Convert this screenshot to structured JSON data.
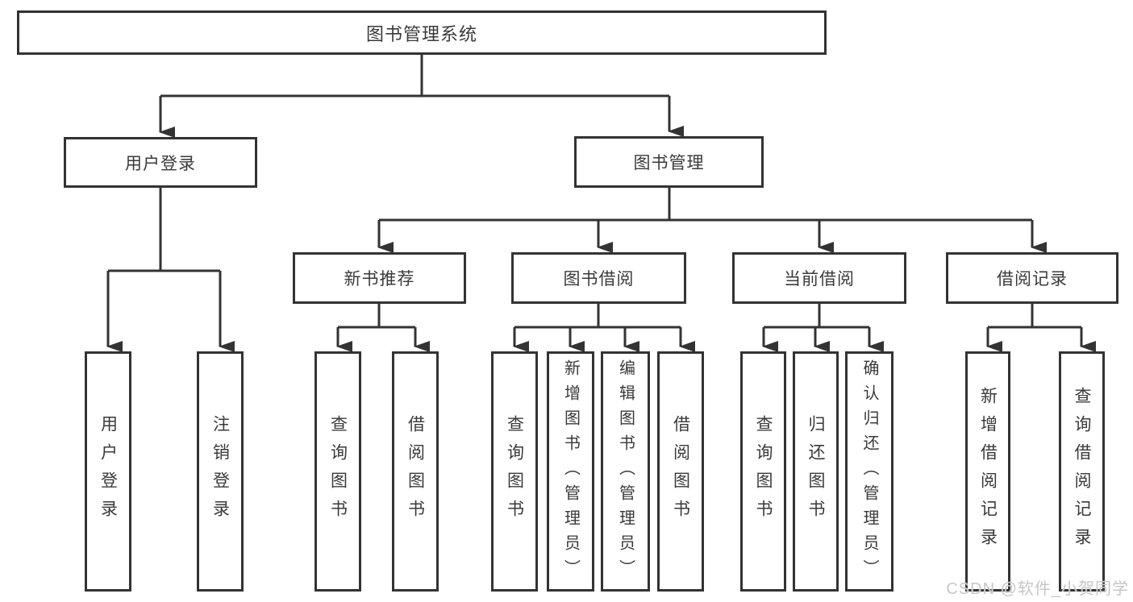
{
  "diagram": {
    "tree": {
      "label": "图书管理系统",
      "children": [
        {
          "label": "用户登录",
          "children": [
            {
              "label": "用户登录"
            },
            {
              "label": "注销登录"
            }
          ]
        },
        {
          "label": "图书管理",
          "children": [
            {
              "label": "新书推荐",
              "children": [
                {
                  "label": "查询图书"
                },
                {
                  "label": "借阅图书"
                }
              ]
            },
            {
              "label": "图书借阅",
              "children": [
                {
                  "label": "查询图书"
                },
                {
                  "label": "新增图书（管理员）"
                },
                {
                  "label": "编辑图书（管理员）"
                },
                {
                  "label": "借阅图书"
                }
              ]
            },
            {
              "label": "当前借阅",
              "children": [
                {
                  "label": "查询图书"
                },
                {
                  "label": "归还图书"
                },
                {
                  "label": "确认归还（管理员）"
                }
              ]
            },
            {
              "label": "借阅记录",
              "children": [
                {
                  "label": "新增借阅记录"
                },
                {
                  "label": "查询借阅记录"
                }
              ]
            }
          ]
        }
      ]
    },
    "colors": {
      "line": "#333333",
      "text": "#3a3a3a",
      "box_fill": "#ffffff",
      "watermark": "#c6c6c6"
    }
  },
  "watermark": {
    "text": "CSDN @软件_小贺同学"
  }
}
